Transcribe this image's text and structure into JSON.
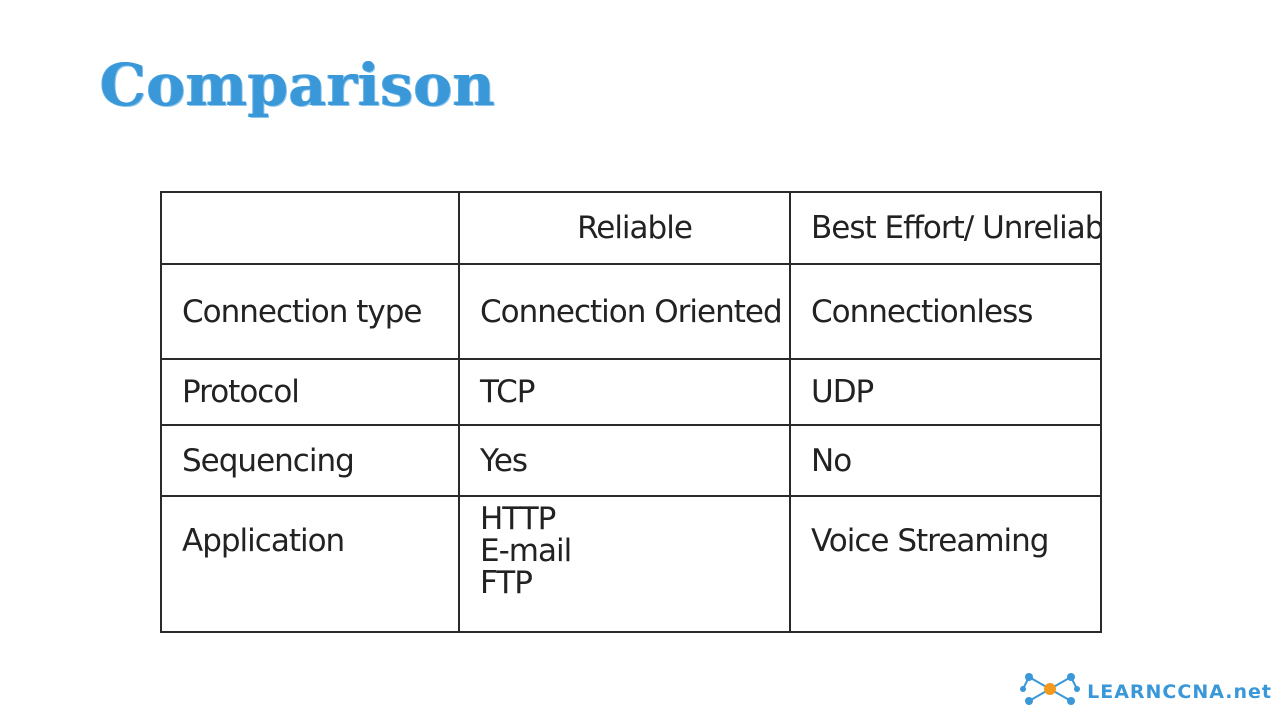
{
  "title": "Comparison",
  "table": {
    "header": [
      "",
      "Reliable",
      "Best Effort/ Unreliable"
    ],
    "rows": [
      {
        "label": "Connection type",
        "reliable": "Connection Oriented",
        "best_effort": "Connectionless"
      },
      {
        "label": "Protocol",
        "reliable": "TCP",
        "best_effort": "UDP"
      },
      {
        "label": "Sequencing",
        "reliable": "Yes",
        "best_effort": "No"
      },
      {
        "label": "Application",
        "reliable_lines": [
          "HTTP",
          "E-mail",
          "FTP"
        ],
        "best_effort": "Voice Streaming"
      }
    ]
  },
  "logo": {
    "icon": "network-nodes-icon",
    "text": "LEARNCCNA.net",
    "color": "#3a97d8"
  }
}
